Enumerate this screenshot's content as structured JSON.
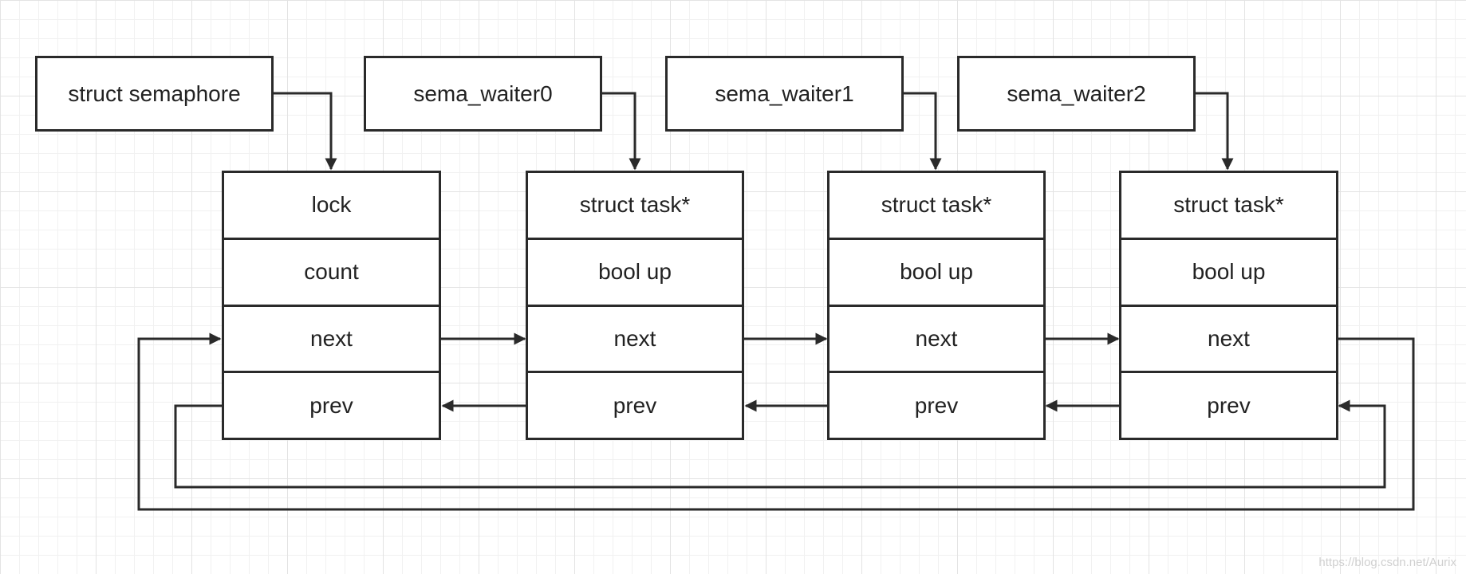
{
  "labels": [
    "struct semaphore",
    "sema_waiter0",
    "sema_waiter1",
    "sema_waiter2"
  ],
  "structs": [
    {
      "fields": [
        "lock",
        "count",
        "next",
        "prev"
      ]
    },
    {
      "fields": [
        "struct task*",
        "bool up",
        "next",
        "prev"
      ]
    },
    {
      "fields": [
        "struct task*",
        "bool up",
        "next",
        "prev"
      ]
    },
    {
      "fields": [
        "struct task*",
        "bool up",
        "next",
        "prev"
      ]
    }
  ],
  "watermark": "https://blog.csdn.net/Aurix",
  "colors": {
    "line": "#2a2a2a",
    "grid_major": "#e3e3e3",
    "grid_minor": "#f1f1f1",
    "background": "#ffffff"
  }
}
